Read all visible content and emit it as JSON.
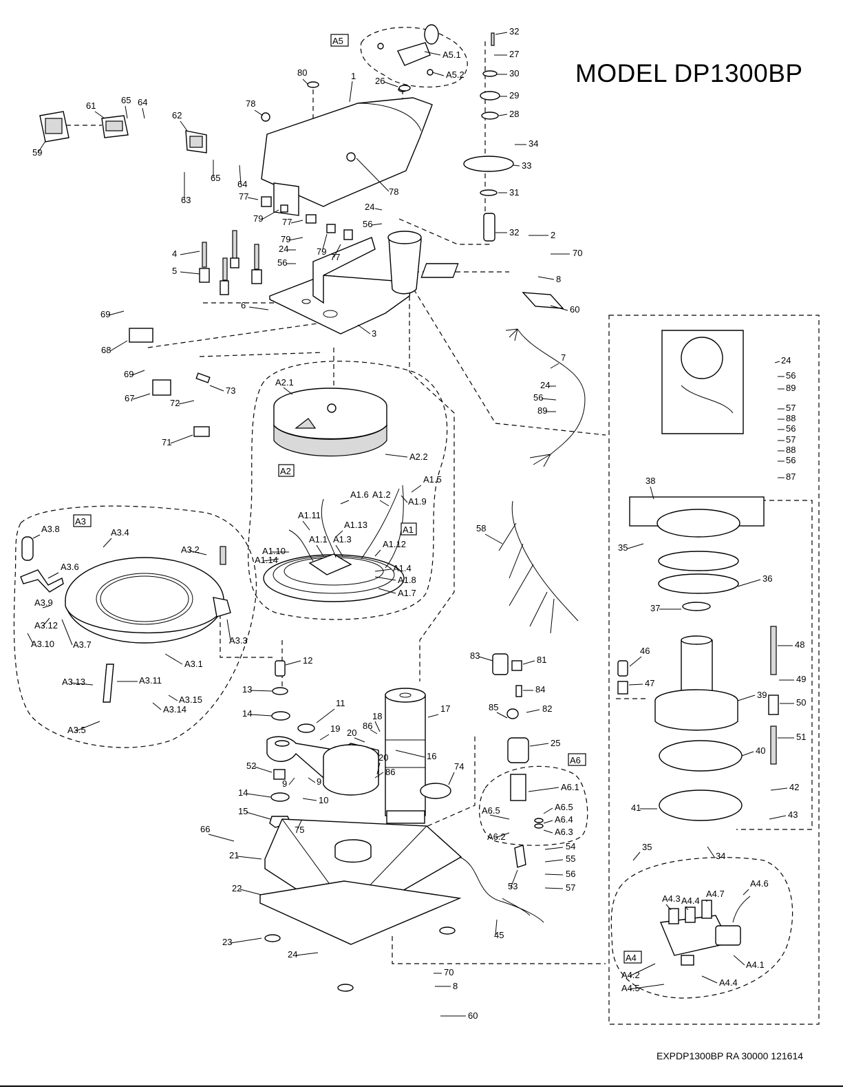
{
  "title": "MODEL DP1300BP",
  "document_number": "EXPDP1300BP RA 30000 121614",
  "assembly_boxes": [
    "A1",
    "A2",
    "A3",
    "A4",
    "A5",
    "A6"
  ],
  "callouts": [
    {
      "id": "c1",
      "text": "1"
    },
    {
      "id": "c2",
      "text": "2"
    },
    {
      "id": "c3",
      "text": "3"
    },
    {
      "id": "c4",
      "text": "4"
    },
    {
      "id": "c5",
      "text": "5"
    },
    {
      "id": "c6",
      "text": "6"
    },
    {
      "id": "c7",
      "text": "7"
    },
    {
      "id": "c8a",
      "text": "8"
    },
    {
      "id": "c8b",
      "text": "8"
    },
    {
      "id": "c9a",
      "text": "9"
    },
    {
      "id": "c9b",
      "text": "9"
    },
    {
      "id": "c10",
      "text": "10"
    },
    {
      "id": "c11",
      "text": "11"
    },
    {
      "id": "c12",
      "text": "12"
    },
    {
      "id": "c13",
      "text": "13"
    },
    {
      "id": "c14a",
      "text": "14"
    },
    {
      "id": "c14b",
      "text": "14"
    },
    {
      "id": "c15",
      "text": "15"
    },
    {
      "id": "c16",
      "text": "16"
    },
    {
      "id": "c17",
      "text": "17"
    },
    {
      "id": "c18",
      "text": "18"
    },
    {
      "id": "c19",
      "text": "19"
    },
    {
      "id": "c20a",
      "text": "20"
    },
    {
      "id": "c20b",
      "text": "20"
    },
    {
      "id": "c21",
      "text": "21"
    },
    {
      "id": "c22",
      "text": "22"
    },
    {
      "id": "c23",
      "text": "23"
    },
    {
      "id": "c24a",
      "text": "24"
    },
    {
      "id": "c24b",
      "text": "24"
    },
    {
      "id": "c24c",
      "text": "24"
    },
    {
      "id": "c24d",
      "text": "24"
    },
    {
      "id": "c24e",
      "text": "24"
    },
    {
      "id": "c25",
      "text": "25"
    },
    {
      "id": "c26",
      "text": "26"
    },
    {
      "id": "c27",
      "text": "27"
    },
    {
      "id": "c28",
      "text": "28"
    },
    {
      "id": "c29",
      "text": "29"
    },
    {
      "id": "c30",
      "text": "30"
    },
    {
      "id": "c31",
      "text": "31"
    },
    {
      "id": "c32a",
      "text": "32"
    },
    {
      "id": "c32b",
      "text": "32"
    },
    {
      "id": "c33",
      "text": "33"
    },
    {
      "id": "c34a",
      "text": "34"
    },
    {
      "id": "c34b",
      "text": "34"
    },
    {
      "id": "c35a",
      "text": "35"
    },
    {
      "id": "c35b",
      "text": "35"
    },
    {
      "id": "c36",
      "text": "36"
    },
    {
      "id": "c37",
      "text": "37"
    },
    {
      "id": "c38",
      "text": "38"
    },
    {
      "id": "c39",
      "text": "39"
    },
    {
      "id": "c40",
      "text": "40"
    },
    {
      "id": "c41",
      "text": "41"
    },
    {
      "id": "c42",
      "text": "42"
    },
    {
      "id": "c43",
      "text": "43"
    },
    {
      "id": "c45",
      "text": "45"
    },
    {
      "id": "c46",
      "text": "46"
    },
    {
      "id": "c47",
      "text": "47"
    },
    {
      "id": "c48",
      "text": "48"
    },
    {
      "id": "c49",
      "text": "49"
    },
    {
      "id": "c50",
      "text": "50"
    },
    {
      "id": "c51",
      "text": "51"
    },
    {
      "id": "c52",
      "text": "52"
    },
    {
      "id": "c53",
      "text": "53"
    },
    {
      "id": "c54",
      "text": "54"
    },
    {
      "id": "c55",
      "text": "55"
    },
    {
      "id": "c56a",
      "text": "56"
    },
    {
      "id": "c56b",
      "text": "56"
    },
    {
      "id": "c56c",
      "text": "56"
    },
    {
      "id": "c56d",
      "text": "56"
    },
    {
      "id": "c56e",
      "text": "56"
    },
    {
      "id": "c56f",
      "text": "56"
    },
    {
      "id": "c56g",
      "text": "56"
    },
    {
      "id": "c57a",
      "text": "57"
    },
    {
      "id": "c57b",
      "text": "57"
    },
    {
      "id": "c57c",
      "text": "57"
    },
    {
      "id": "c58",
      "text": "58"
    },
    {
      "id": "c59",
      "text": "59"
    },
    {
      "id": "c60a",
      "text": "60"
    },
    {
      "id": "c60b",
      "text": "60"
    },
    {
      "id": "c61",
      "text": "61"
    },
    {
      "id": "c62",
      "text": "62"
    },
    {
      "id": "c63",
      "text": "63"
    },
    {
      "id": "c64a",
      "text": "64"
    },
    {
      "id": "c64b",
      "text": "64"
    },
    {
      "id": "c65a",
      "text": "65"
    },
    {
      "id": "c65b",
      "text": "65"
    },
    {
      "id": "c66",
      "text": "66"
    },
    {
      "id": "c67",
      "text": "67"
    },
    {
      "id": "c68",
      "text": "68"
    },
    {
      "id": "c69a",
      "text": "69"
    },
    {
      "id": "c69b",
      "text": "69"
    },
    {
      "id": "c70a",
      "text": "70"
    },
    {
      "id": "c70b",
      "text": "70"
    },
    {
      "id": "c71",
      "text": "71"
    },
    {
      "id": "c72",
      "text": "72"
    },
    {
      "id": "c73",
      "text": "73"
    },
    {
      "id": "c74",
      "text": "74"
    },
    {
      "id": "c75",
      "text": "75"
    },
    {
      "id": "c77a",
      "text": "77"
    },
    {
      "id": "c77b",
      "text": "77"
    },
    {
      "id": "c77c",
      "text": "77"
    },
    {
      "id": "c78a",
      "text": "78"
    },
    {
      "id": "c78b",
      "text": "78"
    },
    {
      "id": "c79a",
      "text": "79"
    },
    {
      "id": "c79b",
      "text": "79"
    },
    {
      "id": "c79c",
      "text": "79"
    },
    {
      "id": "c80",
      "text": "80"
    },
    {
      "id": "c81",
      "text": "81"
    },
    {
      "id": "c82",
      "text": "82"
    },
    {
      "id": "c83",
      "text": "83"
    },
    {
      "id": "c84",
      "text": "84"
    },
    {
      "id": "c85",
      "text": "85"
    },
    {
      "id": "c86a",
      "text": "86"
    },
    {
      "id": "c86b",
      "text": "86"
    },
    {
      "id": "c87",
      "text": "87"
    },
    {
      "id": "c88a",
      "text": "88"
    },
    {
      "id": "c88b",
      "text": "88"
    },
    {
      "id": "c89a",
      "text": "89"
    },
    {
      "id": "c89b",
      "text": "89"
    },
    {
      "id": "cA11",
      "text": "A1.1"
    },
    {
      "id": "cA12",
      "text": "A1.2"
    },
    {
      "id": "cA13",
      "text": "A1.3"
    },
    {
      "id": "cA14",
      "text": "A1.4"
    },
    {
      "id": "cA15",
      "text": "A1.5"
    },
    {
      "id": "cA16",
      "text": "A1.6"
    },
    {
      "id": "cA17",
      "text": "A1.7"
    },
    {
      "id": "cA18",
      "text": "A1.8"
    },
    {
      "id": "cA19",
      "text": "A1.9"
    },
    {
      "id": "cA110",
      "text": "A1.10"
    },
    {
      "id": "cA111",
      "text": "A1.11"
    },
    {
      "id": "cA112",
      "text": "A1.12"
    },
    {
      "id": "cA113",
      "text": "A1.13"
    },
    {
      "id": "cA114",
      "text": "A1.14"
    },
    {
      "id": "cA21",
      "text": "A2.1"
    },
    {
      "id": "cA22",
      "text": "A2.2"
    },
    {
      "id": "cA31",
      "text": "A3.1"
    },
    {
      "id": "cA32",
      "text": "A3.2"
    },
    {
      "id": "cA33",
      "text": "A3.3"
    },
    {
      "id": "cA34",
      "text": "A3.4"
    },
    {
      "id": "cA35",
      "text": "A3.5"
    },
    {
      "id": "cA36",
      "text": "A3.6"
    },
    {
      "id": "cA37",
      "text": "A3.7"
    },
    {
      "id": "cA38",
      "text": "A3.8"
    },
    {
      "id": "cA39",
      "text": "A3.9"
    },
    {
      "id": "cA310",
      "text": "A3.10"
    },
    {
      "id": "cA311",
      "text": "A3.11"
    },
    {
      "id": "cA312",
      "text": "A3.12"
    },
    {
      "id": "cA313",
      "text": "A3.13"
    },
    {
      "id": "cA314",
      "text": "A3.14"
    },
    {
      "id": "cA315",
      "text": "A3.15"
    },
    {
      "id": "cA41",
      "text": "A4.1"
    },
    {
      "id": "cA42",
      "text": "A4.2"
    },
    {
      "id": "cA43",
      "text": "A4.3"
    },
    {
      "id": "cA44a",
      "text": "A4.4"
    },
    {
      "id": "cA44b",
      "text": "A4.4"
    },
    {
      "id": "cA45",
      "text": "A4.5"
    },
    {
      "id": "cA46",
      "text": "A4.6"
    },
    {
      "id": "cA47",
      "text": "A4.7"
    },
    {
      "id": "cA51",
      "text": "A5.1"
    },
    {
      "id": "cA52",
      "text": "A5.2"
    },
    {
      "id": "cA61",
      "text": "A6.1"
    },
    {
      "id": "cA62",
      "text": "A6.2"
    },
    {
      "id": "cA63",
      "text": "A6.3"
    },
    {
      "id": "cA64",
      "text": "A6.4"
    },
    {
      "id": "cA65a",
      "text": "A6.5"
    },
    {
      "id": "cA65b",
      "text": "A6.5"
    }
  ]
}
